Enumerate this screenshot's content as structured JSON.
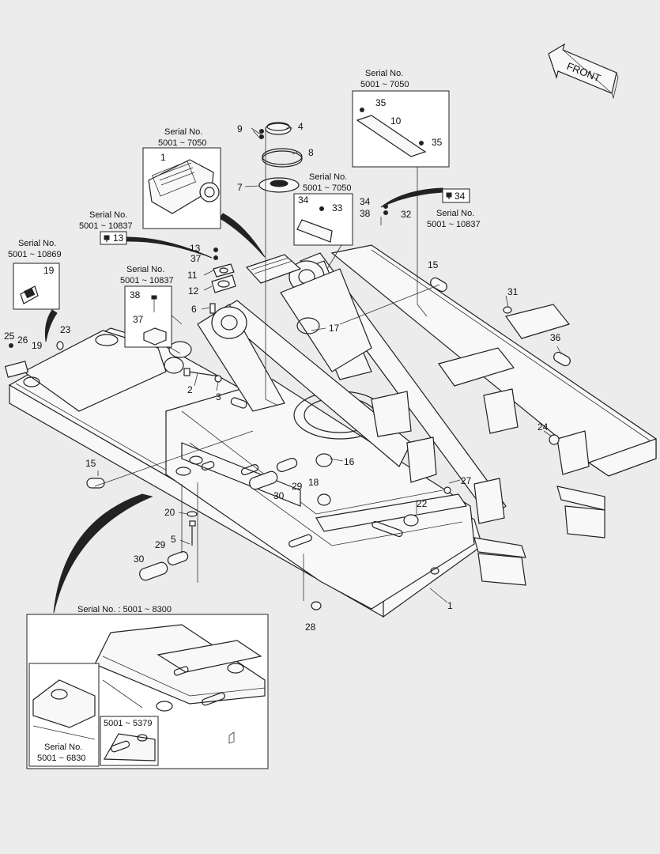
{
  "front_label": "FRONT",
  "serials": {
    "s7050_right_l1": "Serial No.",
    "s7050_right_l2": "5001 ~ 7050",
    "s7050_left_l1": "Serial No.",
    "s7050_left_l2": "5001 ~ 7050",
    "s7050_mid_l1": "Serial No.",
    "s7050_mid_l2": "5001 ~ 7050",
    "s10837_left_l1": "Serial No.",
    "s10837_left_l2": "5001 ~ 10837",
    "s10837_right_l1": "Serial No.",
    "s10837_right_l2": "5001 ~ 10837",
    "s10869_l1": "Serial No.",
    "s10869_l2": "5001 ~ 10869",
    "s10837_box_l1": "Serial No.",
    "s10837_box_l2": "5001 ~ 10837",
    "s8300": "Serial No. : 5001 ~ 8300",
    "s6830_l1": "Serial No.",
    "s6830_l2": "5001 ~ 6830",
    "s5379": "5001 ~ 5379"
  },
  "callouts": {
    "c1": "1",
    "c1b": "1",
    "c2": "2",
    "c3": "3",
    "c4": "4",
    "c5": "5",
    "c6": "6",
    "c7": "7",
    "c8": "8",
    "c9": "9",
    "c10": "10",
    "c11": "11",
    "c12": "12",
    "c13a": "13",
    "c13b": "13",
    "c15a": "15",
    "c15b": "15",
    "c16": "16",
    "c17": "17",
    "c18": "18",
    "c19a": "19",
    "c19b": "19",
    "c20": "20",
    "c22": "22",
    "c23": "23",
    "c24": "24",
    "c25": "25",
    "c26": "26",
    "c27": "27",
    "c28": "28",
    "c29a": "29",
    "c29b": "29",
    "c30a": "30",
    "c30b": "30",
    "c31": "31",
    "c32": "32",
    "c33": "33",
    "c34a": "34",
    "c34b": "34",
    "c34c": "34",
    "c35a": "35",
    "c35b": "35",
    "c36": "36",
    "c37a": "37",
    "c37b": "37",
    "c38a": "38",
    "c38b": "38"
  }
}
